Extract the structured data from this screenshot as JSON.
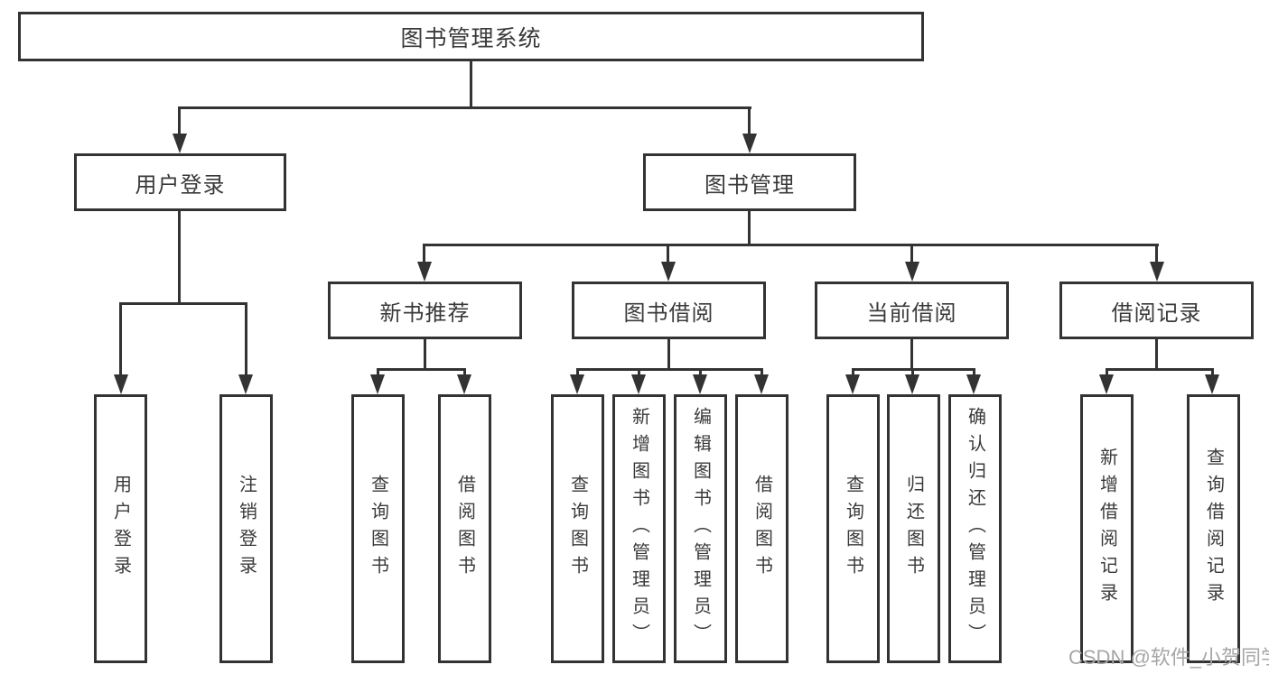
{
  "tree": {
    "label": "图书管理系统",
    "children": [
      {
        "label": "用户登录",
        "children": [
          {
            "label": "用户登录"
          },
          {
            "label": "注销登录"
          }
        ]
      },
      {
        "label": "图书管理",
        "children": [
          {
            "label": "新书推荐",
            "children": [
              {
                "label": "查询图书"
              },
              {
                "label": "借阅图书"
              }
            ]
          },
          {
            "label": "图书借阅",
            "children": [
              {
                "label": "查询图书"
              },
              {
                "label": "新增图书（管理员）"
              },
              {
                "label": "编辑图书（管理员）"
              },
              {
                "label": "借阅图书"
              }
            ]
          },
          {
            "label": "当前借阅",
            "children": [
              {
                "label": "查询图书"
              },
              {
                "label": "归还图书"
              },
              {
                "label": "确认归还（管理员）"
              }
            ]
          },
          {
            "label": "借阅记录",
            "children": [
              {
                "label": "新增借阅记录"
              },
              {
                "label": "查询借阅记录"
              }
            ]
          }
        ]
      }
    ]
  },
  "watermark": {
    "text": "CSDN @软件_小贺同学"
  },
  "colors": {
    "line": "#333333",
    "text": "#3a3a3a",
    "background": "#ffffff",
    "watermark": "#a6a6a6"
  }
}
